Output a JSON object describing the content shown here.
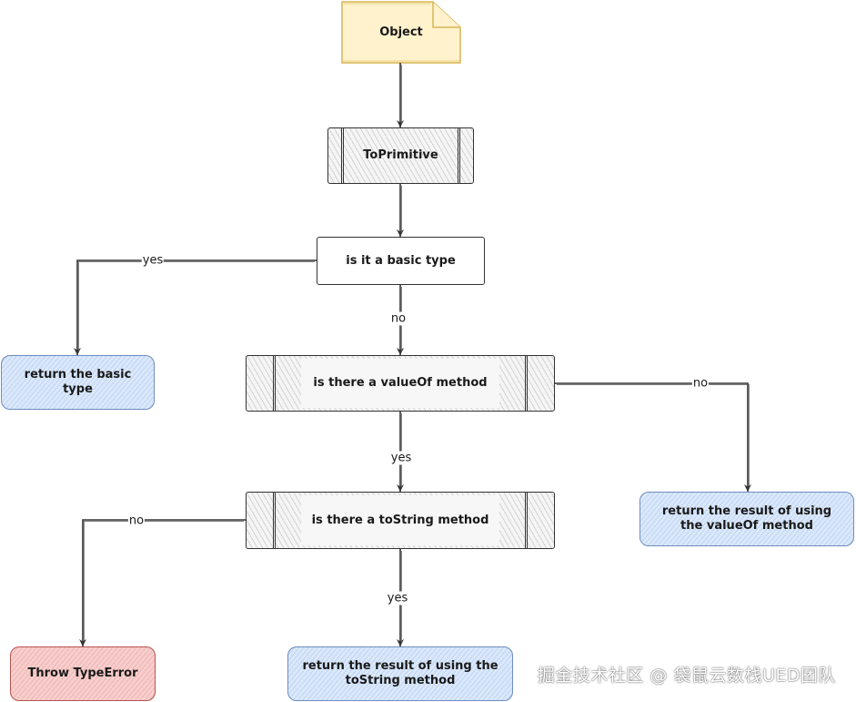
{
  "diagram": {
    "nodes": {
      "object": "Object",
      "to_primitive": "ToPrimitive",
      "is_basic_type": "is it a basic type",
      "return_basic_type": "return the basic type",
      "has_value_of": "is there a valueOf method",
      "return_value_of": "return the result of using the valueOf method",
      "has_to_string": "is there a toString method",
      "throw_type_error": "Throw TypeError",
      "return_to_string": "return the result of using the toString method"
    },
    "edges": {
      "basic_yes": "yes",
      "basic_no": "no",
      "value_of_no": "no",
      "value_of_yes": "yes",
      "to_string_no": "no",
      "to_string_yes": "yes"
    }
  },
  "colors": {
    "note_fill": "#fff2cc",
    "note_stroke": "#d6b656",
    "blue_fill": "#dae8fc",
    "blue_stroke": "#6c8ebf",
    "red_fill": "#f8cecc",
    "red_stroke": "#b85450",
    "line": "#333333"
  },
  "watermark": "掘金技术社区 @ 袋鼠云数栈UED团队"
}
